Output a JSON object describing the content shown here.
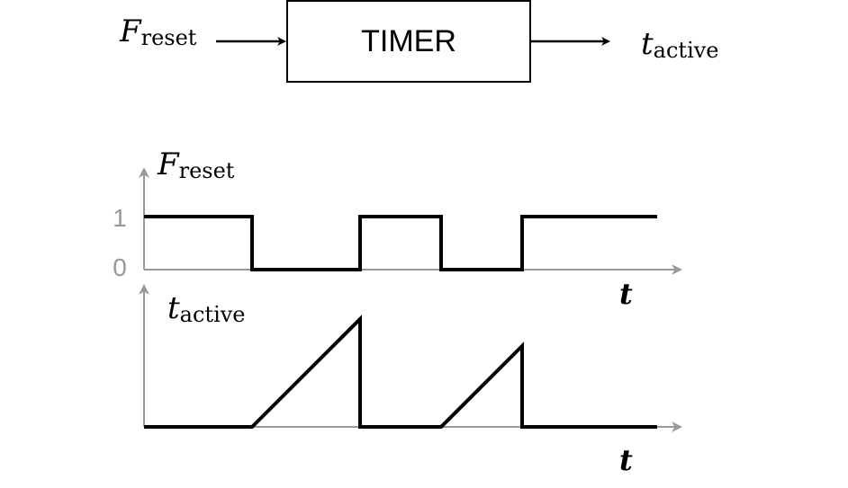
{
  "block": {
    "label": "TIMER",
    "input": {
      "symbol": "F",
      "subscript": "reset"
    },
    "output": {
      "symbol": "t",
      "subscript": "active"
    }
  },
  "plots": {
    "top": {
      "y_symbol": "F",
      "y_subscript": "reset",
      "x_label": "t",
      "y_ticks": [
        "1",
        "0"
      ],
      "signal": [
        [
          0,
          1
        ],
        [
          1,
          1
        ],
        [
          1,
          0
        ],
        [
          2,
          0
        ],
        [
          2,
          1
        ],
        [
          2.75,
          1
        ],
        [
          2.75,
          0
        ],
        [
          3.5,
          0
        ],
        [
          3.5,
          1
        ],
        [
          4.75,
          1
        ]
      ]
    },
    "bottom": {
      "y_symbol": "t",
      "y_subscript": "active",
      "x_label": "t",
      "signal": [
        [
          0,
          0
        ],
        [
          1,
          0
        ],
        [
          2,
          1
        ],
        [
          2,
          0
        ],
        [
          2.75,
          0
        ],
        [
          3.5,
          0.75
        ],
        [
          3.5,
          0
        ],
        [
          4.75,
          0
        ]
      ]
    }
  },
  "colors": {
    "axis": "#999999",
    "signal": "#000000",
    "box": "#000000"
  }
}
